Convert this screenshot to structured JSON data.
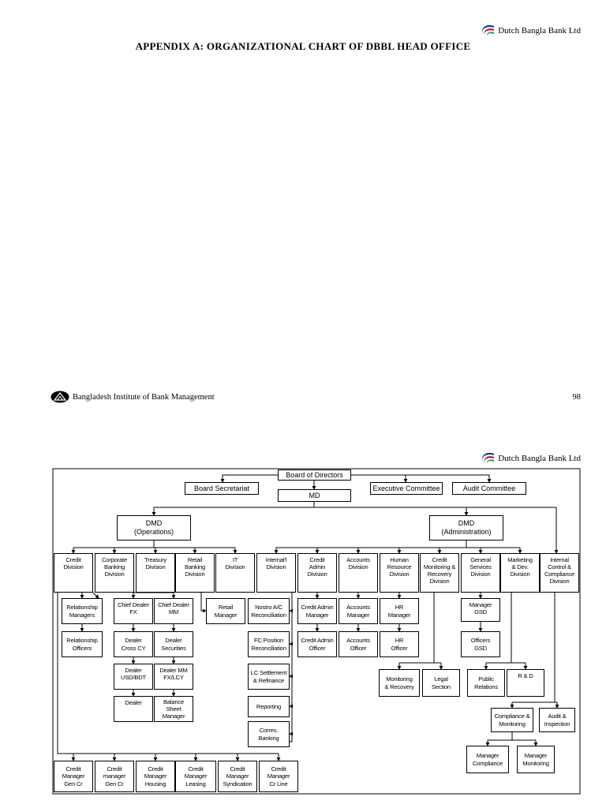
{
  "page1": {
    "bank_name": "Dutch Bangla Bank Ltd",
    "title": "APPENDIX A: ORGANIZATIONAL CHART OF DBBL HEAD OFFICE",
    "institute": "Bangladesh Institute of Bank Management",
    "page_number": "98"
  },
  "page2": {
    "bank_name": "Dutch Bangla Bank Ltd",
    "chart": {
      "board_of_directors": "Board of Directors",
      "board_secretariat": "Board Secretariat",
      "md": "MD",
      "executive_committee": "Executive Committee",
      "audit_committee": "Audit Committee",
      "dmd_operations": "DMD\n(Operations)",
      "dmd_administration": "DMD\n(Administration)",
      "credit_division": "Credit\nDivision",
      "corporate_banking_division": "Corporate\nBanking\nDivision",
      "treasury_division": "Treasury\nDivision",
      "retail_banking_division": "Retail\nBanking\nDivision",
      "it_division": "IT\nDivision",
      "intl_division": "Internat'l\nDivision",
      "credit_admin_division": "Credit\nAdmin\nDivision",
      "accounts_division": "Accounts\nDivision",
      "hr_division": "Human\nResource\nDivision",
      "credit_monitoring_division": "Credit\nMonitoring &\nRecovery\nDivision",
      "general_services_division": "General\nServices\nDivision",
      "marketing_division": "Marketing\n& Dev.\nDivision",
      "internal_control_division": "Internal\nControl &\nCompliance\nDivision",
      "relationship_managers": "Relationship\nManagers",
      "relationship_officers": "Relationship\nOfficers",
      "chief_dealer_fx": "Chief Dealer\nFX",
      "chief_dealer_mm": "Chief Dealer\nMM",
      "dealer_cross_cy": "Dealer\nCross CY",
      "dealer_securities": "Dealer\nSecurities",
      "dealer_usd_bdt": "Dealer\nUSD/BDT",
      "dealer_mm_fx_lcy": "Dealer MM\nFX/LCY",
      "dealer": "Dealer",
      "balance_sheet_manager": "Balance\nSheet\nManager",
      "retail_manager": "Retail\nManager",
      "nostro_reconciliation": "Nostro A/C\nReconciliation",
      "fc_position_reconciliation": "FC Position\nReconciliation",
      "lc_settlement": "LC Settlement\n& Refinance",
      "reporting": "Reporting",
      "corres_banking": "Corres.\nBanking",
      "credit_admin_manager": "Credit Admin\nManager",
      "credit_admin_officer": "Credit Admin\nOfficer",
      "accounts_manager": "Accounts\nManager",
      "accounts_officer": "Accounts\nOfficer",
      "hr_manager": "HR\nManager",
      "hr_officer": "HR\nOfficer",
      "monitoring_recovery": "Monitoring\n& Recovery",
      "legal_section": "Legal\nSection",
      "manager_gsd": "Manager GSD",
      "officers_gsd": "Officers\nGSD",
      "public_relations": "Public\nRelations",
      "r_and_d": "R & D",
      "compliance_monitoring": "Compliance &\nMonitoring",
      "audit_inspection": "Audit &\nInspection",
      "manager_compliance": "Manager\nCompliance",
      "manager_monitoring": "Manager\nMonitoring",
      "cm_gen_cr": "Credit\nManager\nGen Cr",
      "cm_gen_cr_2": "Credit\nmanager\nGen Cr",
      "cm_housing": "Credit\nManager\nHousing",
      "cm_leasing": "Credit\nManager\nLeasing",
      "cm_syndication": "Credit\nManager\nSyndication",
      "cm_cr_line": "Credit\nManager\nCr Line"
    }
  }
}
